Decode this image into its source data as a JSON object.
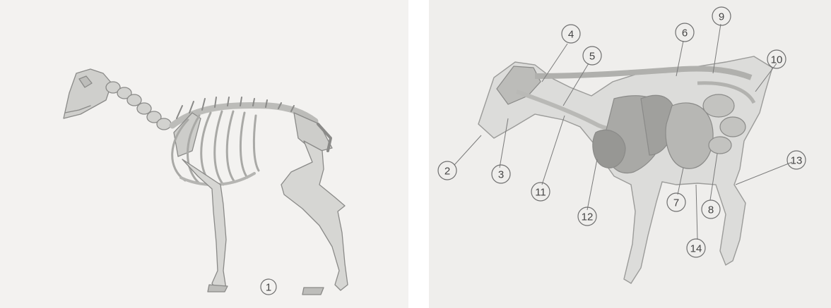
{
  "panels": [
    {
      "id": "skeleton",
      "labels": [
        {
          "text": "1"
        }
      ]
    },
    {
      "id": "organs",
      "labels": [
        {
          "text": "2"
        },
        {
          "text": "3"
        },
        {
          "text": "4"
        },
        {
          "text": "5"
        },
        {
          "text": "6"
        },
        {
          "text": "7"
        },
        {
          "text": "8"
        },
        {
          "text": "9"
        },
        {
          "text": "10"
        },
        {
          "text": "11"
        },
        {
          "text": "12"
        },
        {
          "text": "13"
        },
        {
          "text": "14"
        }
      ]
    }
  ]
}
